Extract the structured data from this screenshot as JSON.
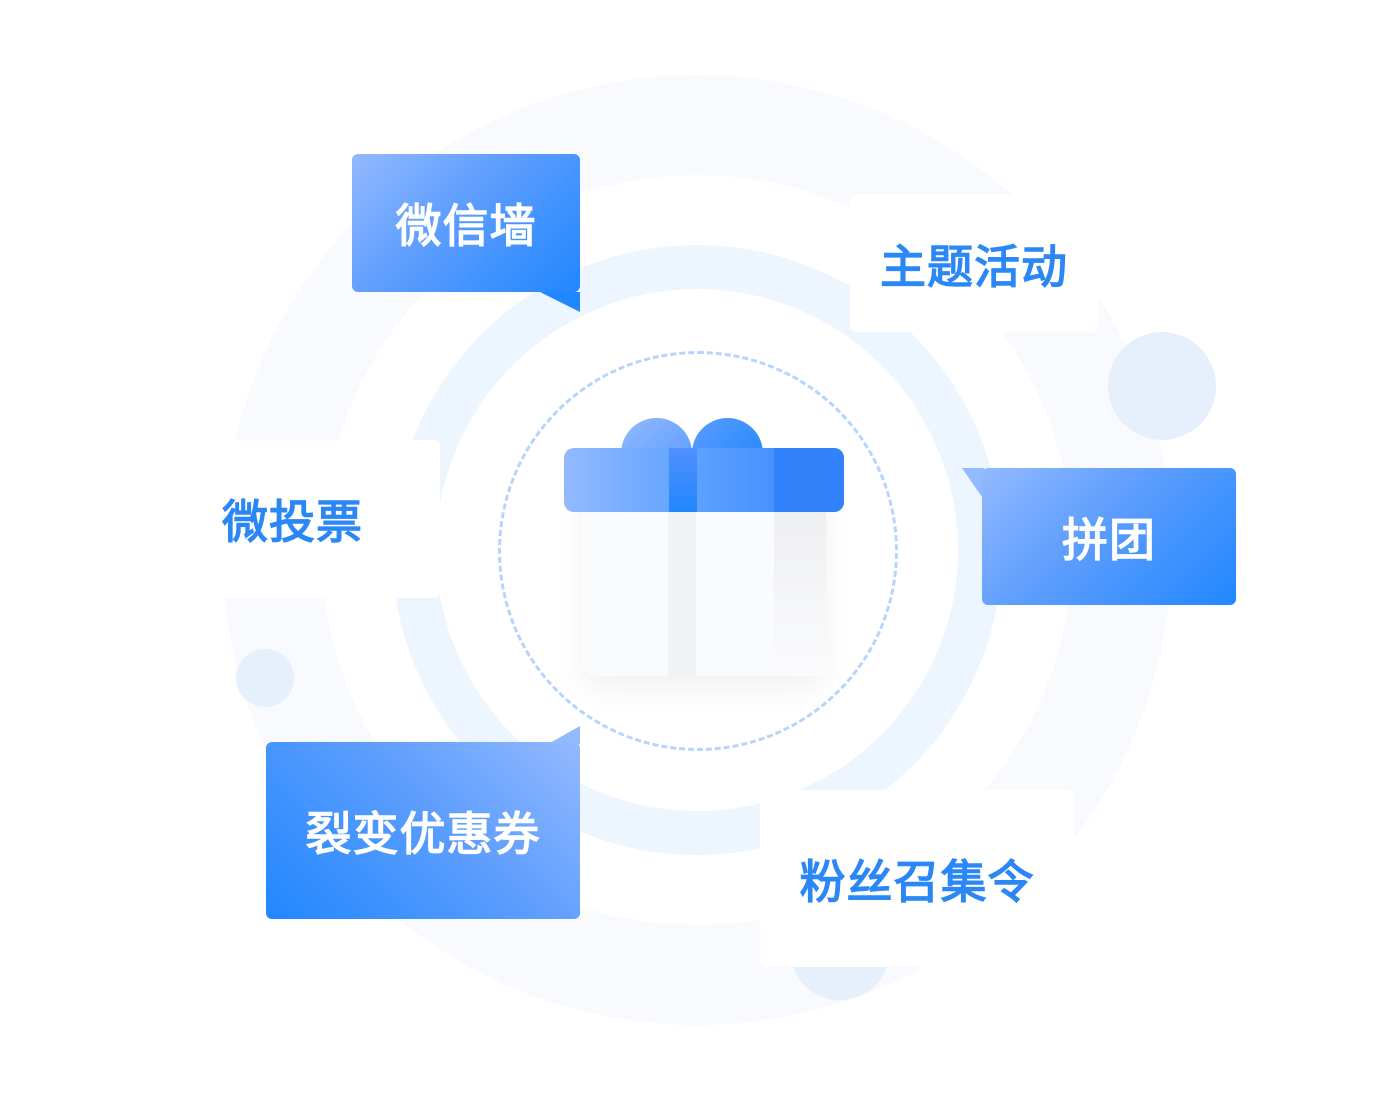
{
  "center": {
    "icon": "gift-icon"
  },
  "bubbles": [
    {
      "label": "微信墙",
      "style": "blue"
    },
    {
      "label": "主题活动",
      "style": "white"
    },
    {
      "label": "微投票",
      "style": "white"
    },
    {
      "label": "拼团",
      "style": "blue"
    },
    {
      "label": "裂变优惠券",
      "style": "blue"
    },
    {
      "label": "粉丝召集令",
      "style": "white"
    }
  ],
  "colors": {
    "accent": "#2187ff",
    "light": "#93b9ff",
    "ring": "#edf5fe"
  }
}
